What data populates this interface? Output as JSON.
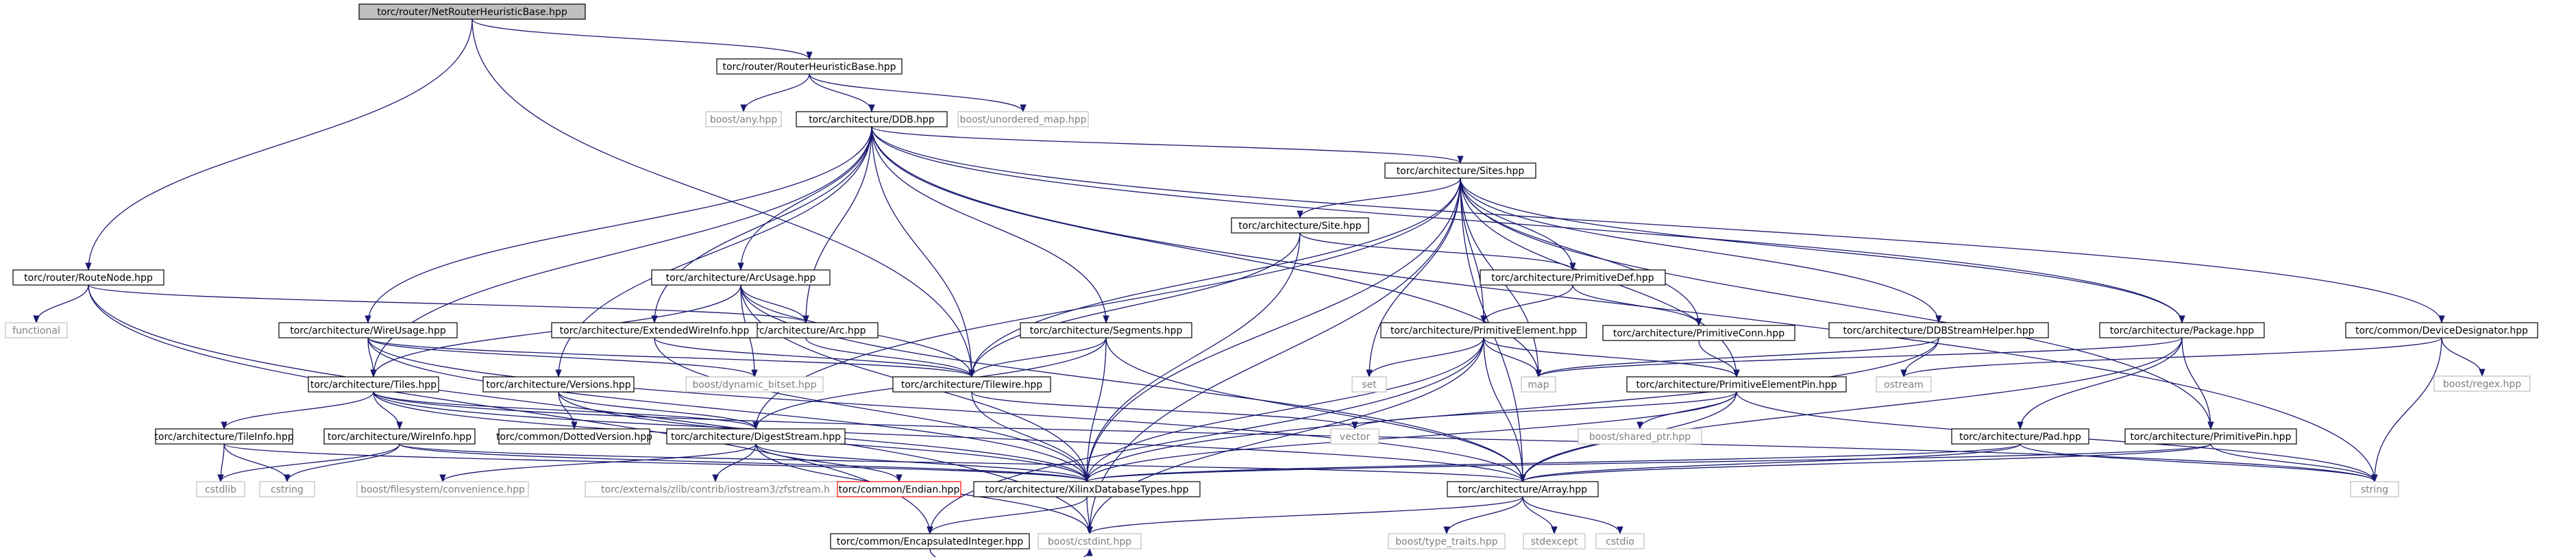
{
  "colors": {
    "edge": "#191970",
    "root_fill": "#bfbfbf",
    "documented_border": "#000000",
    "external_border": "#bfbfbf",
    "external_text": "#7f7f7f",
    "truncated_border": "#ff0000"
  },
  "nodes": {
    "root": "torc/router/NetRouterHeuristicBase.hpp",
    "rhb": "torc/router/RouterHeuristicBase.hpp",
    "boost_any": "boost/any.hpp",
    "boost_umap": "boost/unordered_map.hpp",
    "ddb": "torc/architecture/DDB.hpp",
    "sites": "torc/architecture/Sites.hpp",
    "site": "torc/architecture/Site.hpp",
    "pdef": "torc/architecture/PrimitiveDef.hpp",
    "pconn": "torc/architecture/PrimitiveConn.hpp",
    "pelem": "torc/architecture/PrimitiveElement.hpp",
    "pelempin": "torc/architecture/PrimitiveElementPin.hpp",
    "ddbsh": "torc/architecture/DDBStreamHelper.hpp",
    "pkg": "torc/architecture/Package.hpp",
    "devdes": "torc/common/DeviceDesignator.hpp",
    "boost_regex": "boost/regex.hpp",
    "routenode": "torc/router/RouteNode.hpp",
    "functional": "functional",
    "arcusage": "torc/architecture/ArcUsage.hpp",
    "arc": "torc/architecture/Arc.hpp",
    "extwire": "torc/architecture/ExtendedWireInfo.hpp",
    "wireusage": "torc/architecture/WireUsage.hpp",
    "segments": "torc/architecture/Segments.hpp",
    "tilewire": "torc/architecture/Tilewire.hpp",
    "boost_dynbits": "boost/dynamic_bitset.hpp",
    "tiles": "torc/architecture/Tiles.hpp",
    "versions": "torc/architecture/Versions.hpp",
    "dottedver": "torc/common/DottedVersion.hpp",
    "digest": "torc/architecture/DigestStream.hpp",
    "tileinfo": "torc/architecture/TileInfo.hpp",
    "wireinfo": "torc/architecture/WireInfo.hpp",
    "cstdlib": "cstdlib",
    "cstring": "cstring",
    "boost_fsconv": "boost/filesystem/convenience.hpp",
    "zfstream": "torc/externals/zlib/contrib/iostream3/zfstream.h",
    "endian": "torc/common/Endian.hpp",
    "xdbt": "torc/architecture/XilinxDatabaseTypes.hpp",
    "encint": "torc/common/EncapsulatedInteger.hpp",
    "boost_cstdint": "boost/cstdint.hpp",
    "array": "torc/architecture/Array.hpp",
    "boost_tt": "boost/type_traits.hpp",
    "stdexcept": "stdexcept",
    "cstdio": "cstdio",
    "set": "set",
    "map": "map",
    "ostream": "ostream",
    "vector": "vector",
    "boost_sharedptr": "boost/shared_ptr.hpp",
    "pad": "torc/architecture/Pad.hpp",
    "ppin": "torc/architecture/PrimitivePin.hpp",
    "string": "string"
  }
}
